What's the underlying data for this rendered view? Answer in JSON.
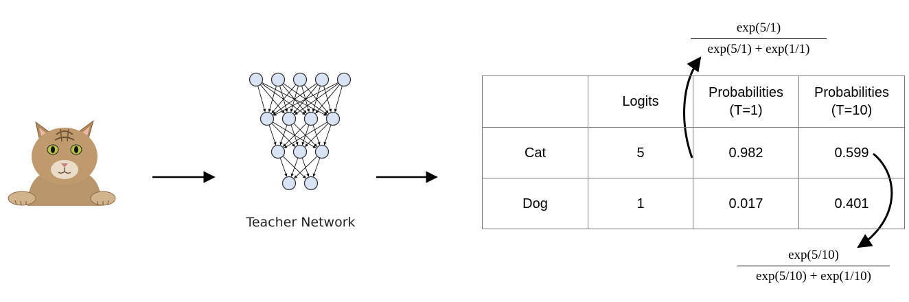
{
  "network_caption": "Teacher Network",
  "table": {
    "headers": [
      "",
      "Logits",
      "Probabilities\n(T=1)",
      "Probabilities\n(T=10)"
    ],
    "rows": [
      {
        "label": "Cat",
        "logit": "5",
        "p_t1": "0.982",
        "p_t10": "0.599"
      },
      {
        "label": "Dog",
        "logit": "1",
        "p_t1": "0.017",
        "p_t10": "0.401"
      }
    ]
  },
  "formula_t1": {
    "numerator": "exp(5/1)",
    "denominator": "exp(5/1) + exp(1/1)"
  },
  "formula_t10": {
    "numerator": "exp(5/10)",
    "denominator": "exp(5/10) + exp(1/10)"
  },
  "colors": {
    "node_fill": "#d8e4f4",
    "node_stroke": "#333333",
    "table_border": "#7a7a7a",
    "cat_fur": "#b8956a"
  },
  "network_layers": [
    5,
    4,
    3,
    2
  ]
}
